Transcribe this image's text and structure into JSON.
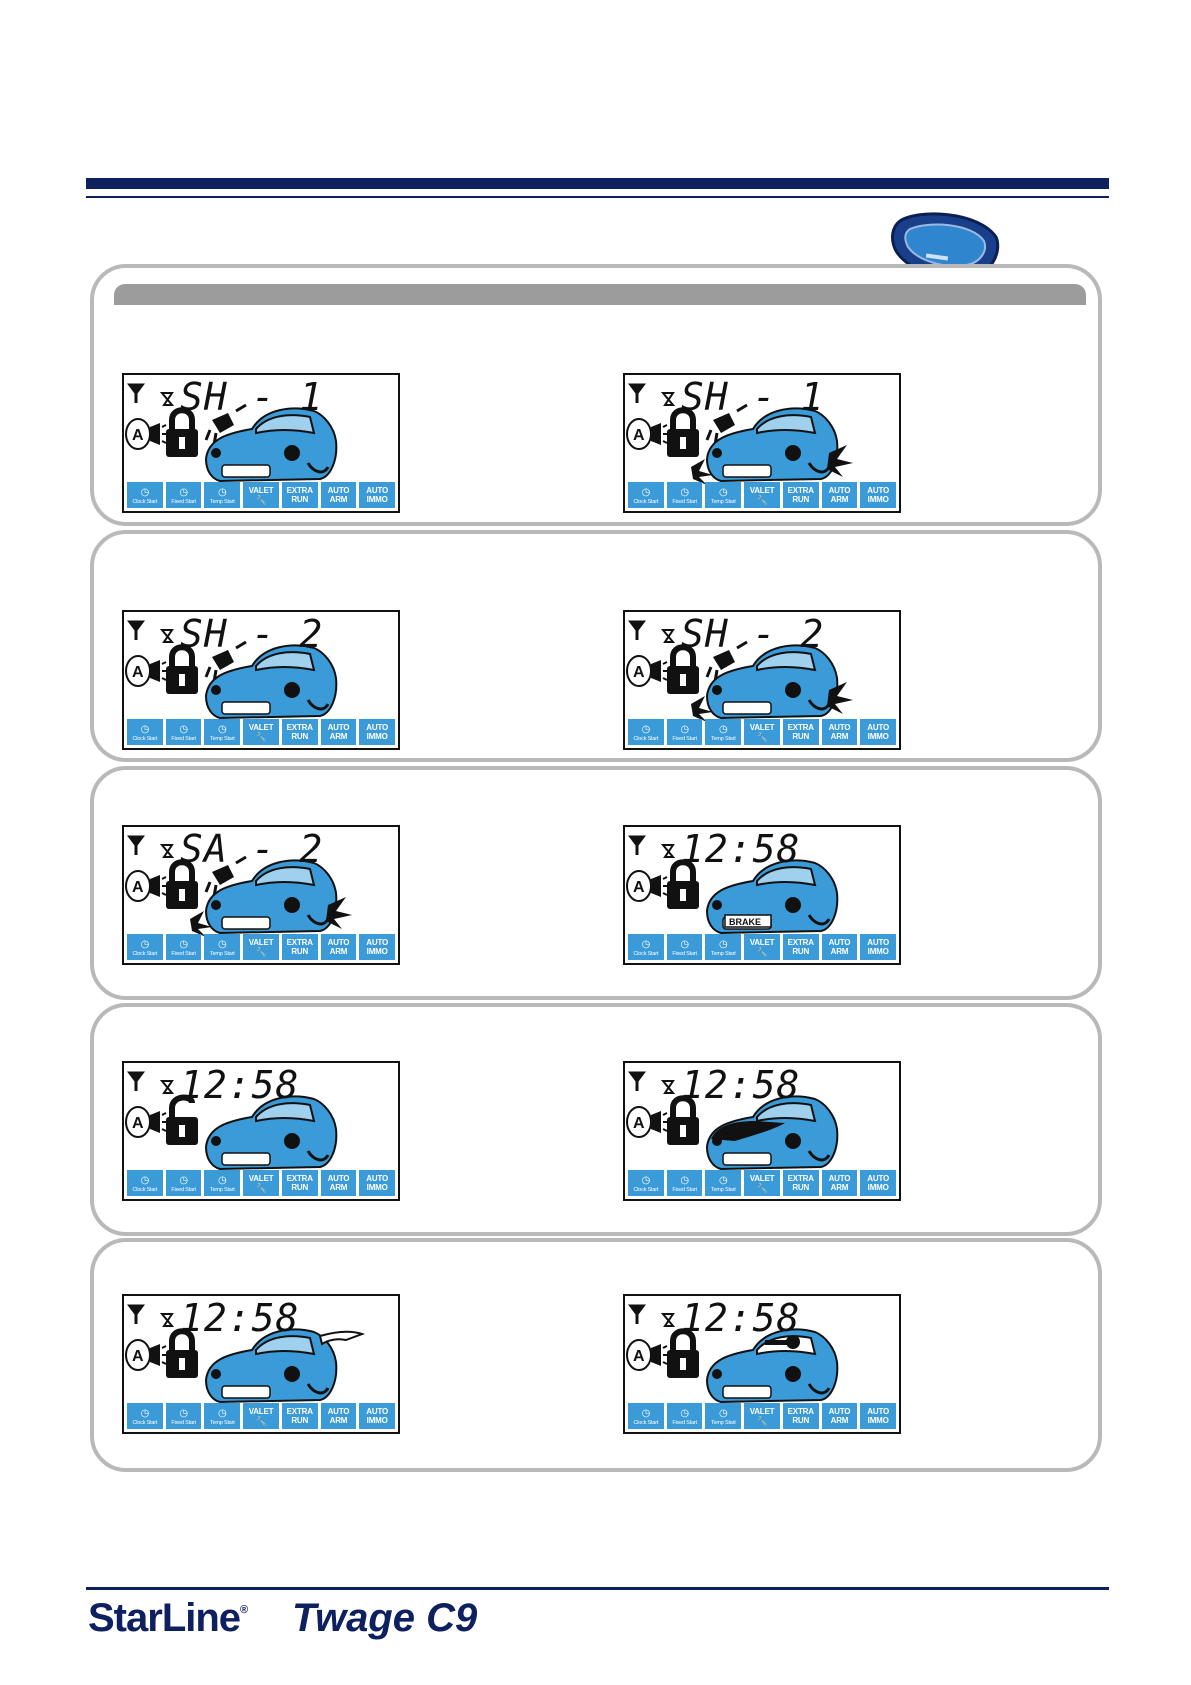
{
  "buttons": [
    {
      "label": "Clock Start",
      "small": true
    },
    {
      "label": "Fixed Start",
      "small": true
    },
    {
      "label": "Temp Start",
      "small": true
    },
    {
      "label": "VALET",
      "small": false
    },
    {
      "label": "EXTRA\nRUN",
      "small": false
    },
    {
      "label": "AUTO\nARM",
      "small": false
    },
    {
      "label": "AUTO\nIMMO",
      "small": false
    }
  ],
  "screens": [
    {
      "panel": 0,
      "col": 0,
      "display": "SH - 1",
      "lock": "locked",
      "vibration": true,
      "burst": false,
      "hood": false,
      "trunk": false,
      "key": false,
      "brake": false
    },
    {
      "panel": 0,
      "col": 1,
      "display": "SH - 1",
      "lock": "locked",
      "vibration": true,
      "burst": true,
      "hood": false,
      "trunk": false,
      "key": false,
      "brake": false
    },
    {
      "panel": 1,
      "col": 0,
      "display": "SH - 2",
      "lock": "locked",
      "vibration": true,
      "burst": false,
      "hood": false,
      "trunk": false,
      "key": false,
      "brake": false
    },
    {
      "panel": 1,
      "col": 1,
      "display": "SH - 2",
      "lock": "locked",
      "vibration": true,
      "burst": true,
      "hood": false,
      "trunk": false,
      "key": false,
      "brake": false
    },
    {
      "panel": 2,
      "col": 0,
      "display": "SA - 2",
      "lock": "locked",
      "vibration": true,
      "burst": true,
      "hood": false,
      "trunk": false,
      "key": false,
      "brake": false
    },
    {
      "panel": 2,
      "col": 1,
      "display": "12:58",
      "lock": "locked",
      "vibration": false,
      "burst": false,
      "hood": false,
      "trunk": false,
      "key": false,
      "brake": true
    },
    {
      "panel": 3,
      "col": 0,
      "display": "12:58",
      "lock": "unlocked",
      "vibration": false,
      "burst": false,
      "hood": false,
      "trunk": false,
      "key": false,
      "brake": false
    },
    {
      "panel": 3,
      "col": 1,
      "display": "12:58",
      "lock": "locked",
      "vibration": false,
      "burst": false,
      "hood": true,
      "trunk": false,
      "key": false,
      "brake": false
    },
    {
      "panel": 4,
      "col": 0,
      "display": "12:58",
      "lock": "locked",
      "vibration": false,
      "burst": false,
      "hood": false,
      "trunk": true,
      "key": false,
      "brake": false
    },
    {
      "panel": 4,
      "col": 1,
      "display": "12:58",
      "lock": "locked",
      "vibration": false,
      "burst": false,
      "hood": false,
      "trunk": false,
      "key": true,
      "brake": false
    }
  ],
  "brake_label": "BRAKE",
  "footer": {
    "brand": "StarLine",
    "registered": "®",
    "model": "Twage C9"
  },
  "colors": {
    "navy": "#0e2060",
    "lcd_blue": "#3b9ad8",
    "panel_border": "#b9b9b9"
  }
}
